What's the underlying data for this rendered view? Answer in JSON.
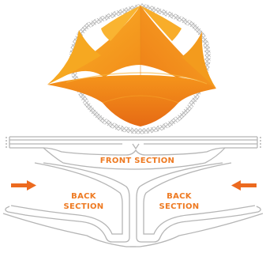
{
  "labels": {
    "front_section": "FRONT SECTION",
    "back_left_line1": "BACK",
    "back_left_line2": "SECTION",
    "back_right_line1": "BACK",
    "back_right_line2": "SECTION"
  },
  "colors": {
    "canopy_orange": "#f7a11a",
    "canopy_deep": "#ec6b16",
    "label_orange": "#ee7a22",
    "arrow_orange": "#ec6a1f",
    "truss_gray": "#b8b8b8",
    "outline_gray": "#b5b5b5"
  },
  "icons": {
    "left_arrow": "arrow-right-icon",
    "right_arrow": "arrow-left-icon"
  }
}
